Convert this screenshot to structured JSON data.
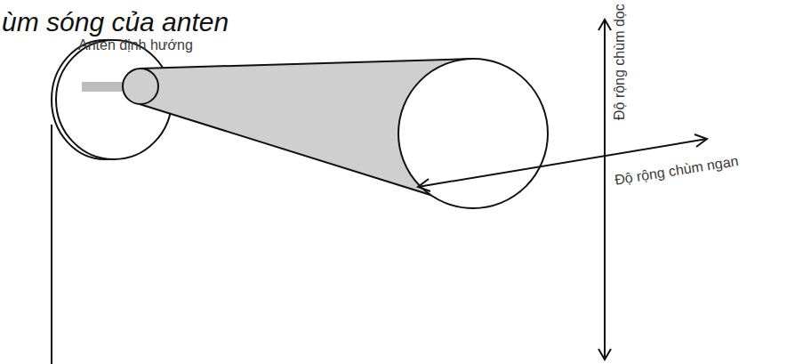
{
  "diagram": {
    "title": "ùm sóng của anten",
    "labels": [
      "Anten định hướng",
      "Độ rộng chùm dọc",
      "Độ rộng chùm ngan"
    ]
  }
}
